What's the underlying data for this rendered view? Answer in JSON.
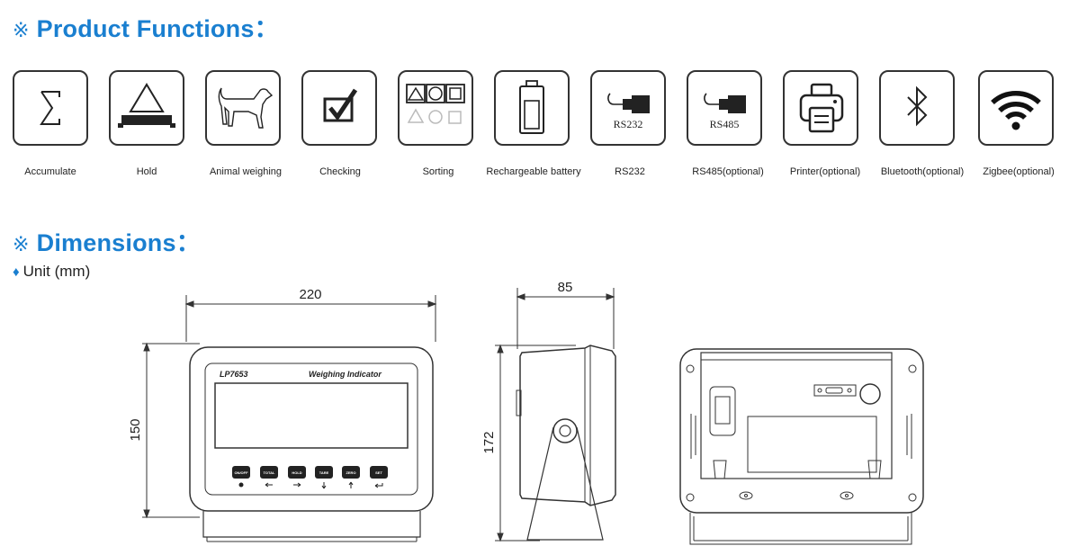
{
  "product_functions": {
    "mark": "※",
    "title": "Product Functions：",
    "items": [
      {
        "label": "Accumulate",
        "icon": "sigma-icon"
      },
      {
        "label": "Hold",
        "icon": "hold-triangle-icon"
      },
      {
        "label": "Animal weighing",
        "icon": "dog-icon"
      },
      {
        "label": "Checking",
        "icon": "checkbox-icon"
      },
      {
        "label": "Sorting",
        "icon": "shapes-icon"
      },
      {
        "label": "Rechargeable battery",
        "icon": "battery-icon"
      },
      {
        "label": "RS232",
        "icon": "rs232-connector-icon",
        "icon_text": "RS232"
      },
      {
        "label": "RS485(optional)",
        "icon": "rs485-connector-icon",
        "icon_text": "RS485"
      },
      {
        "label": "Printer(optional)",
        "icon": "printer-icon"
      },
      {
        "label": "Bluetooth(optional)",
        "icon": "bluetooth-icon"
      },
      {
        "label": "Zigbee(optional)",
        "icon": "wifi-icon"
      }
    ]
  },
  "dimensions": {
    "mark": "※",
    "title": "Dimensions：",
    "unit_marker": "♦",
    "unit_label": "Unit (mm)",
    "width": "220",
    "height": "150",
    "depth": "85",
    "total_height": "172",
    "front_model": "LP7653",
    "front_title": "Weighing Indicator",
    "keys": [
      "ON/OFF",
      "TOTAL",
      "HOLD",
      "TARE",
      "ZERO",
      "SET"
    ]
  },
  "colors": {
    "accent": "#1a7fd0"
  }
}
